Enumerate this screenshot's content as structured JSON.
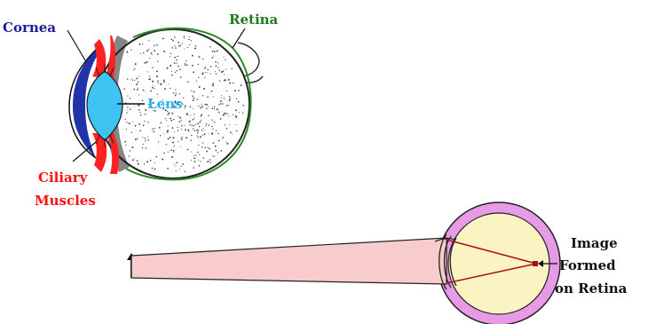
{
  "labels": {
    "cornea": "Cornea",
    "retina": "Retina",
    "lens": "Lens",
    "ciliary_line1": "Ciliary",
    "ciliary_line2": "Muscles",
    "image_line1": "Image",
    "image_line2": "Formed",
    "image_line3": "on Retina"
  },
  "colors": {
    "cornea_label": "#1a1a9c",
    "retina_label": "#1f7a1f",
    "lens_label": "#29b6f6",
    "ciliary_label": "#ff1010",
    "lens_fill": "#3ec3f2",
    "ciliary_fill": "#ff2222",
    "eye_wall": "#e79be6",
    "eye_interior": "#fbf4c2",
    "light_beam": "#f8cccc",
    "ray": "#aa1010"
  }
}
